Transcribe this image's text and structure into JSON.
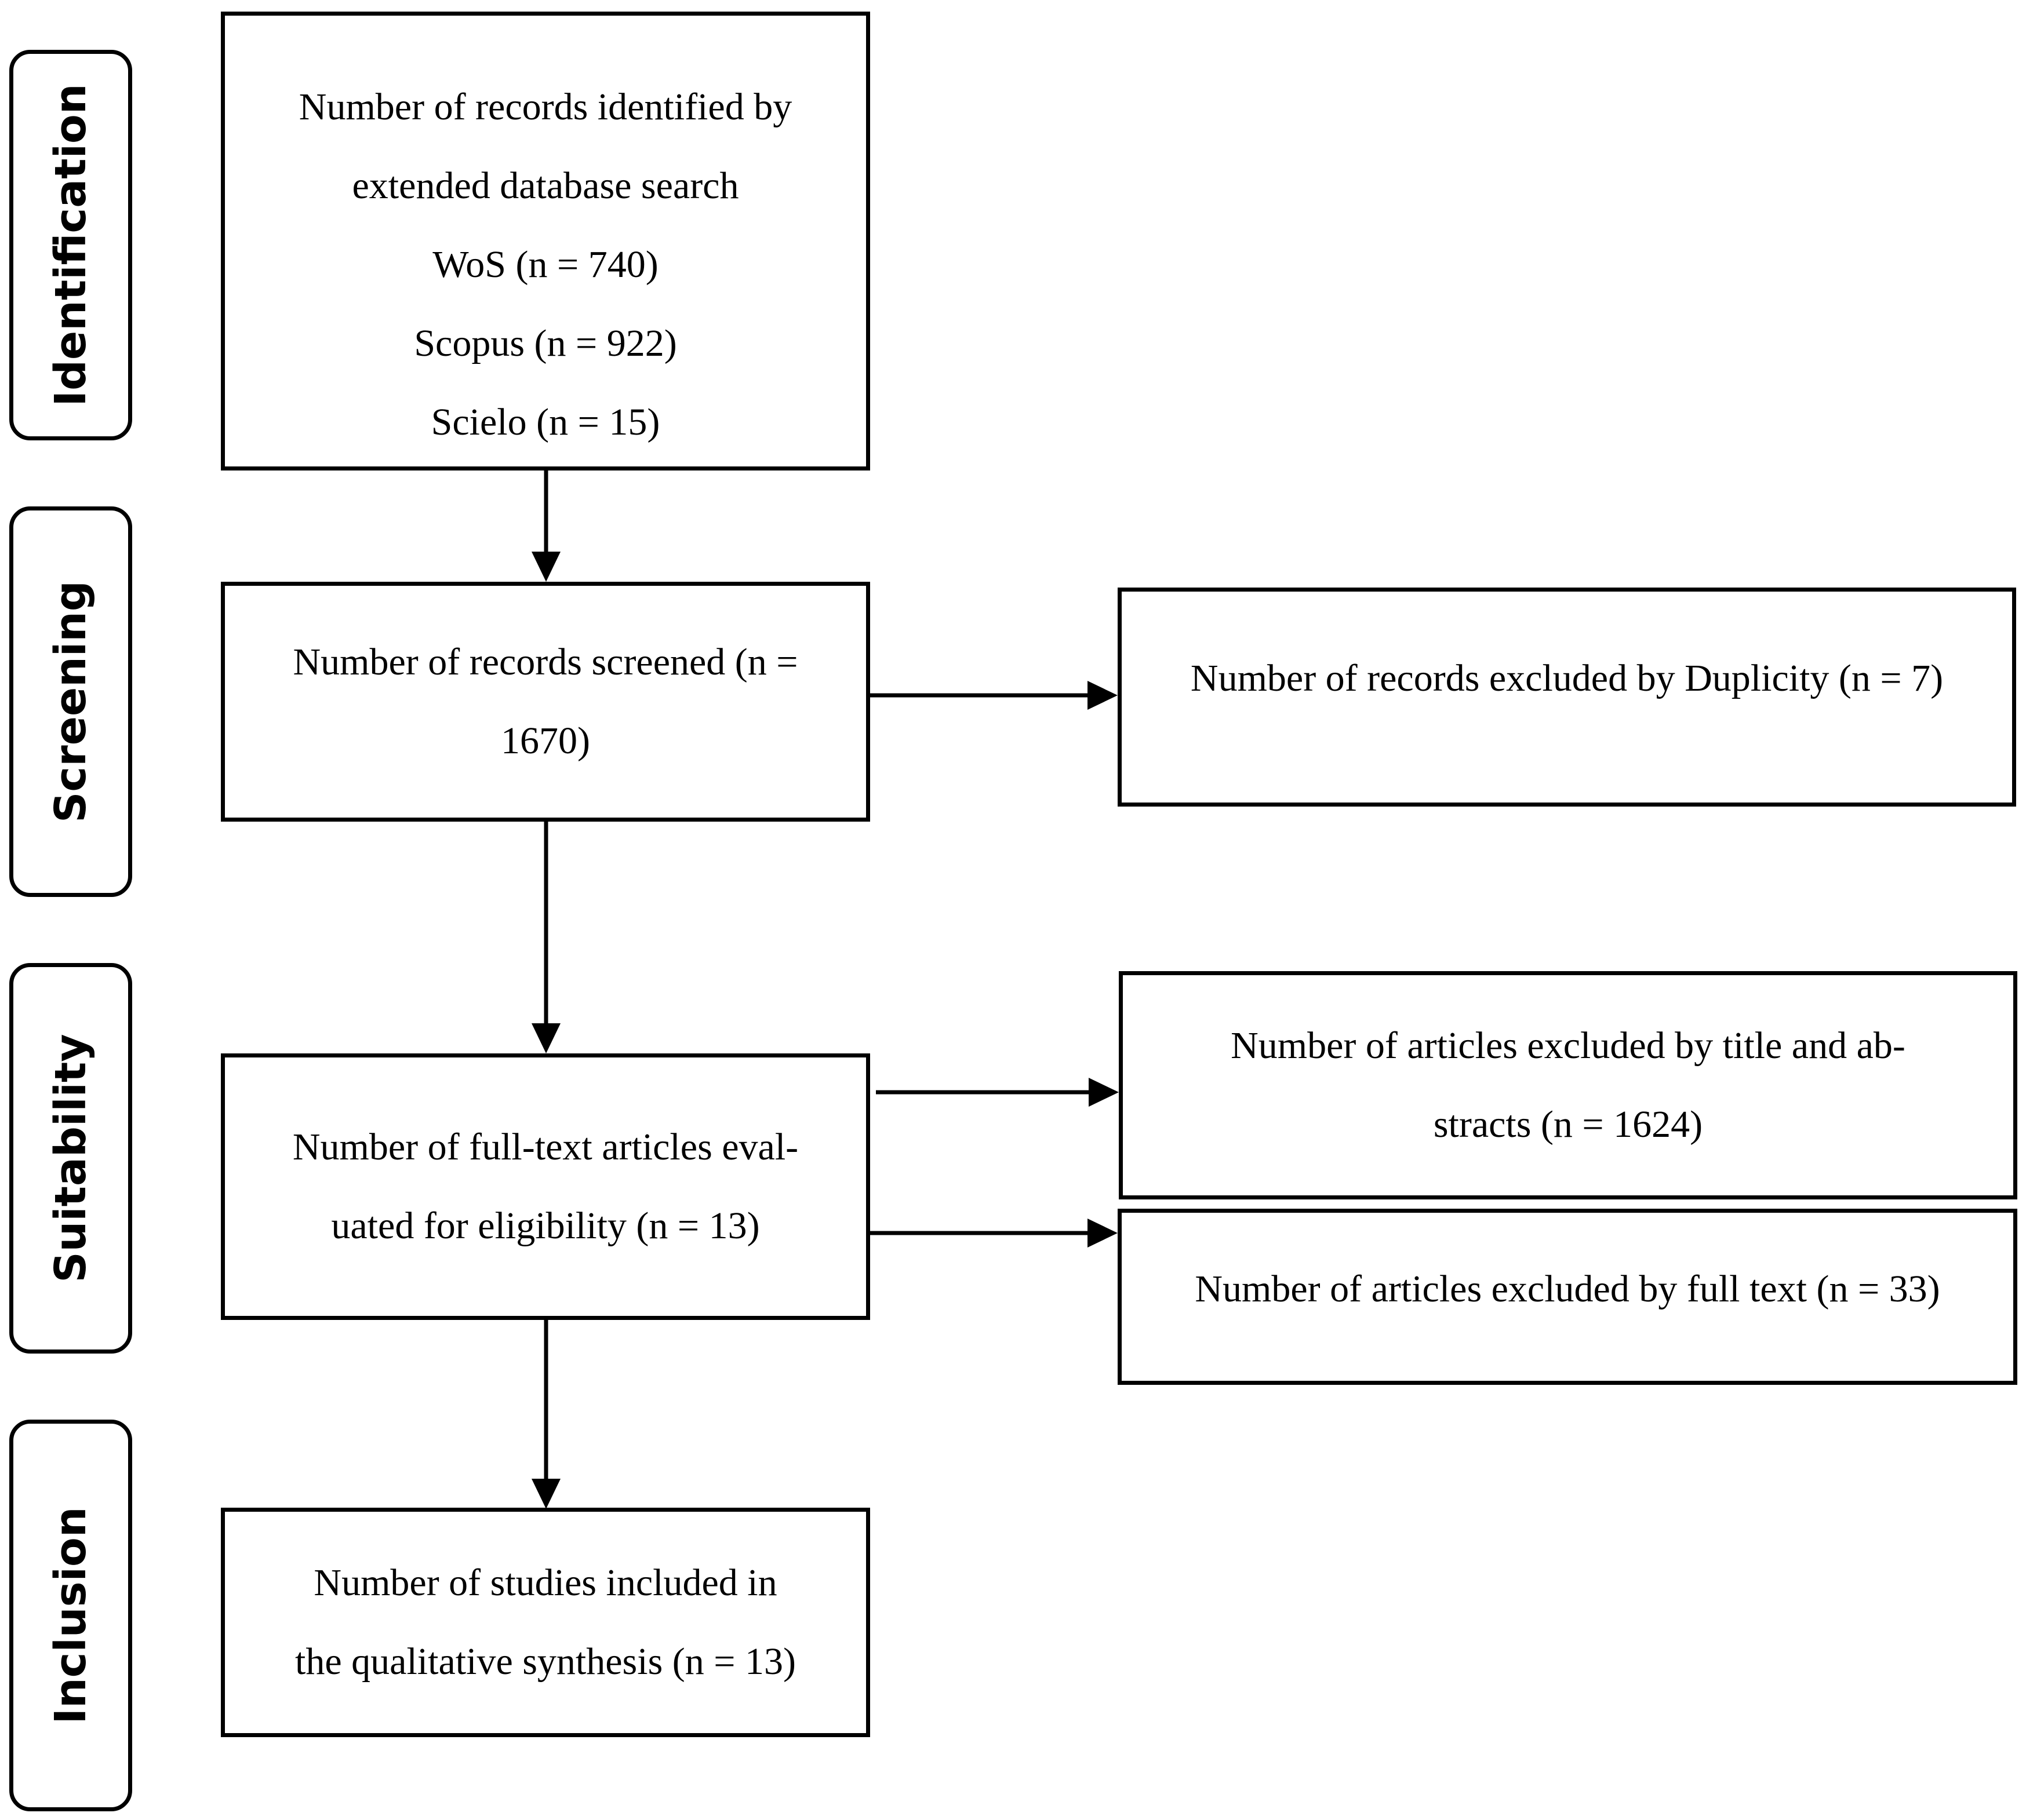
{
  "stages": {
    "identification": "Identification",
    "screening": "Screening",
    "suitability": "Suitability",
    "inclusion": "Inclusion"
  },
  "boxes": {
    "identified": {
      "lines": [
        "Number of records identified by",
        "extended database search",
        "WoS (n = 740)",
        "Scopus (n = 922)",
        "Scielo (n = 15)"
      ]
    },
    "screened": {
      "lines": [
        "Number of records screened (n =",
        "1670)"
      ]
    },
    "excluded_duplicity": {
      "lines": [
        "Number of records excluded by Duplicity (n = 7)"
      ]
    },
    "fulltext_evaluated": {
      "lines": [
        "Number of full-text articles eval-",
        "uated for eligibility (n = 13)"
      ]
    },
    "excluded_title_abstract": {
      "lines": [
        "Number of articles excluded by title and ab-",
        "stracts (n = 1624)"
      ]
    },
    "excluded_fulltext": {
      "lines": [
        "Number of articles excluded by full text (n = 33)"
      ]
    },
    "included": {
      "lines": [
        "Number of studies included in",
        "the qualitative synthesis (n = 13)"
      ]
    }
  }
}
